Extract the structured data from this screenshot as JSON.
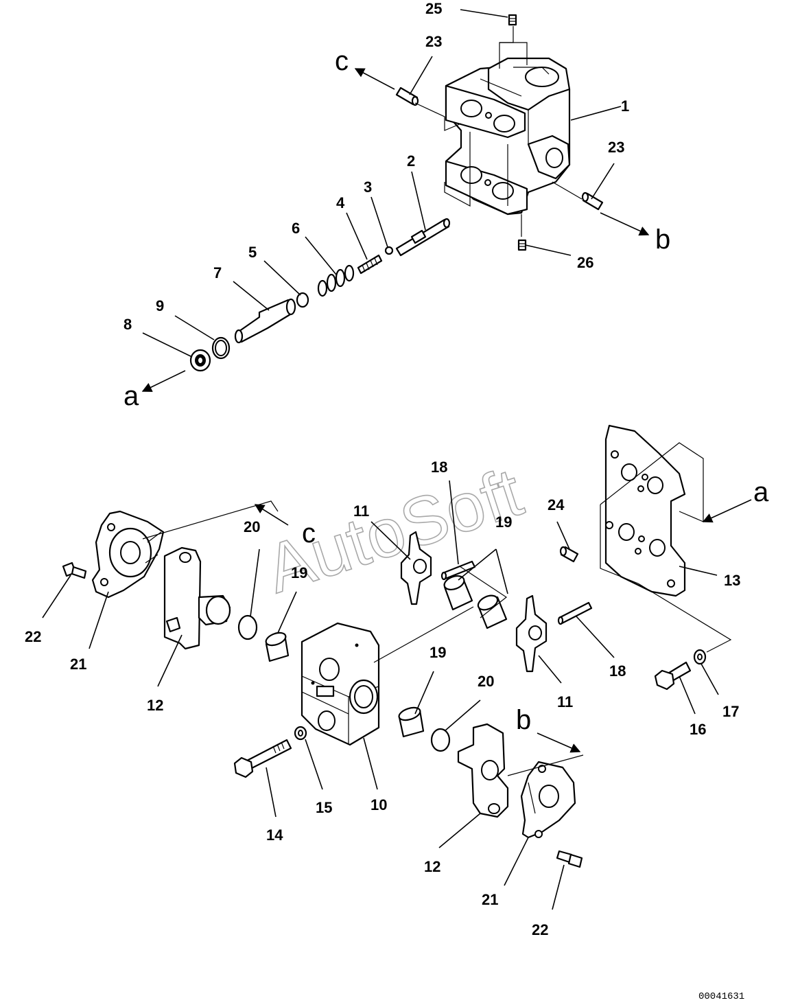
{
  "watermark": "AutoSoft",
  "drawing_code": "00041631",
  "reference_letters": {
    "a": "a",
    "b": "b",
    "c": "c"
  },
  "callouts": {
    "p1": "1",
    "p2": "2",
    "p3": "3",
    "p4": "4",
    "p5": "5",
    "p6": "6",
    "p7": "7",
    "p8": "8",
    "p9": "9",
    "p10": "10",
    "p11": "11",
    "p12": "12",
    "p13": "13",
    "p14": "14",
    "p15": "15",
    "p16": "16",
    "p17": "17",
    "p18": "18",
    "p19": "19",
    "p20": "20",
    "p21": "21",
    "p22": "22",
    "p23": "23",
    "p24": "24",
    "p25": "25",
    "p26": "26"
  }
}
